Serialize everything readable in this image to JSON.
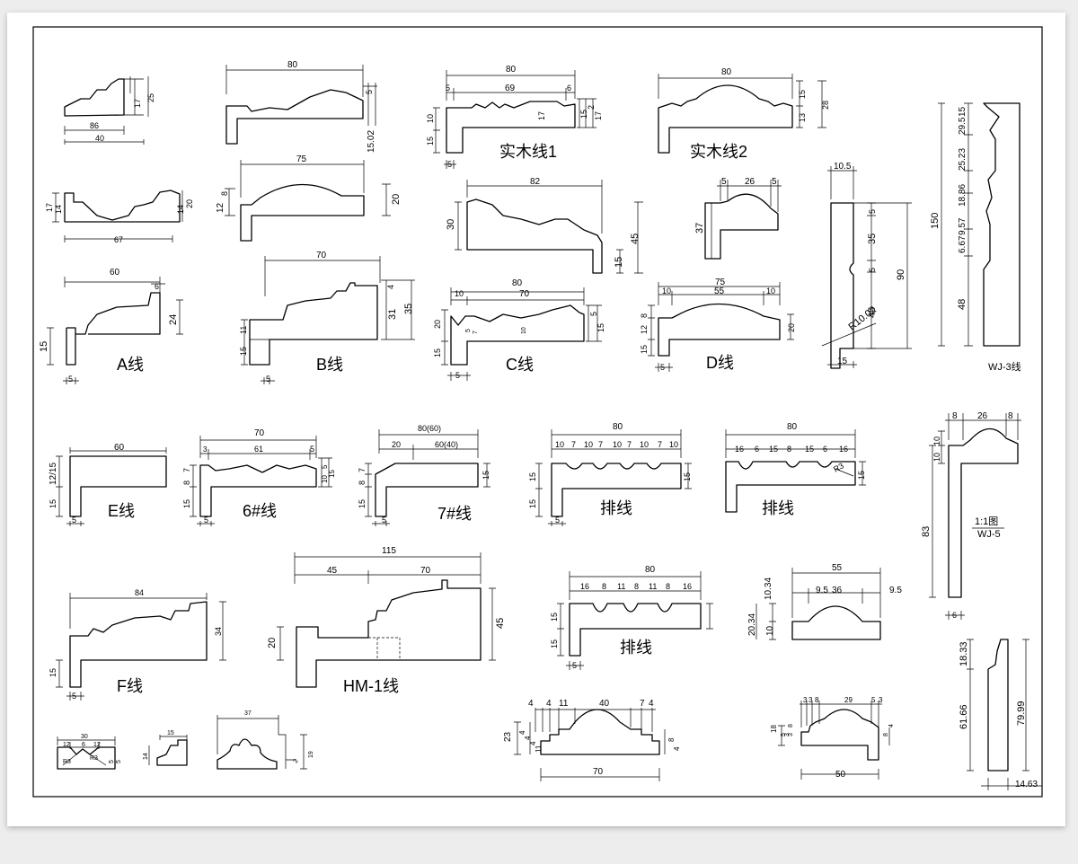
{
  "labels": {
    "a": "A线",
    "b": "B线",
    "c": "C线",
    "d": "D线",
    "e": "E线",
    "six": "6#线",
    "seven": "7#线",
    "pai1": "排线",
    "pai2": "排线",
    "pai3": "排线",
    "f": "F线",
    "hm1": "HM-1线",
    "shimu1": "实木线1",
    "shimu2": "实木线2",
    "wj3": "WJ-3线",
    "scale": "1:1图",
    "wj5": "WJ-5"
  },
  "dims": {
    "topA": [
      "17",
      "25",
      "86",
      "40"
    ],
    "mid1": [
      "17",
      "14",
      "14",
      "20",
      "67"
    ],
    "a": [
      "60",
      "6",
      "24",
      "15",
      "5"
    ],
    "b80": [
      "80",
      "5",
      "15.02"
    ],
    "b75": [
      "75",
      "12",
      "8",
      "20"
    ],
    "b": [
      "70",
      "4",
      "31",
      "35",
      "11",
      "15",
      "5"
    ],
    "s1": [
      "80",
      "5",
      "69",
      "6",
      "10",
      "15",
      "17",
      "15",
      "2",
      "17",
      "5"
    ],
    "s82": [
      "82",
      "30",
      "45",
      "15"
    ],
    "c": [
      "80",
      "10",
      "70",
      "20",
      "15",
      "5",
      "10",
      "7",
      "5",
      "15",
      "5"
    ],
    "s2": [
      "80",
      "15",
      "13",
      "28"
    ],
    "r37": [
      "5",
      "26",
      "5",
      "37"
    ],
    "d": [
      "75",
      "10",
      "55",
      "10",
      "8",
      "12",
      "15",
      "20",
      "5"
    ],
    "wj105": [
      "10.5",
      "5",
      "35",
      "5",
      "45",
      "90",
      "R10.02",
      "15"
    ],
    "wj3": [
      "15",
      "29.5",
      "25.23",
      "18.86",
      "9.57",
      "6.67",
      "150",
      "48"
    ],
    "e": [
      "60",
      "12/15",
      "15",
      "5"
    ],
    "six": [
      "70",
      "3",
      "61",
      "5",
      "8",
      "7",
      "10",
      "5",
      "15",
      "15",
      "5"
    ],
    "seven": [
      "80(60)",
      "20",
      "60(40)",
      "8",
      "7",
      "15",
      "15",
      "5"
    ],
    "pai1": [
      "80",
      "10",
      "7",
      "10",
      "7",
      "10",
      "7",
      "10",
      "7",
      "10",
      "15",
      "15",
      "15",
      "5"
    ],
    "pai2": [
      "80",
      "16",
      "6",
      "15",
      "8",
      "15",
      "6",
      "16",
      "R3",
      "15"
    ],
    "wj5": [
      "8",
      "26",
      "8",
      "10",
      "10",
      "83",
      "6"
    ],
    "f": [
      "84",
      "34",
      "15",
      "5"
    ],
    "hm": [
      "115",
      "45",
      "70",
      "45",
      "20"
    ],
    "pai3": [
      "80",
      "16",
      "8",
      "11",
      "8",
      "11",
      "8",
      "16",
      "15",
      "15",
      "5"
    ],
    "r55": [
      "55",
      "9.5",
      "36",
      "9.5",
      "10.34",
      "20.34",
      "10"
    ],
    "wj1833": [
      "18.33",
      "61.66",
      "79.99",
      "14.63"
    ],
    "small": [
      "30",
      "12",
      "6",
      "12",
      "R3",
      "R3",
      "5",
      "5",
      "15",
      "14",
      "37",
      "19",
      "2"
    ],
    "r70": [
      "4",
      "4",
      "11",
      "40",
      "7",
      "4",
      "23",
      "4",
      "4",
      "4",
      "11",
      "8",
      "4",
      "70"
    ],
    "r50": [
      "3",
      "3",
      "8",
      "29",
      "5",
      "3",
      "18",
      "5",
      "3",
      "3",
      "8",
      "8",
      "4",
      "50"
    ]
  }
}
